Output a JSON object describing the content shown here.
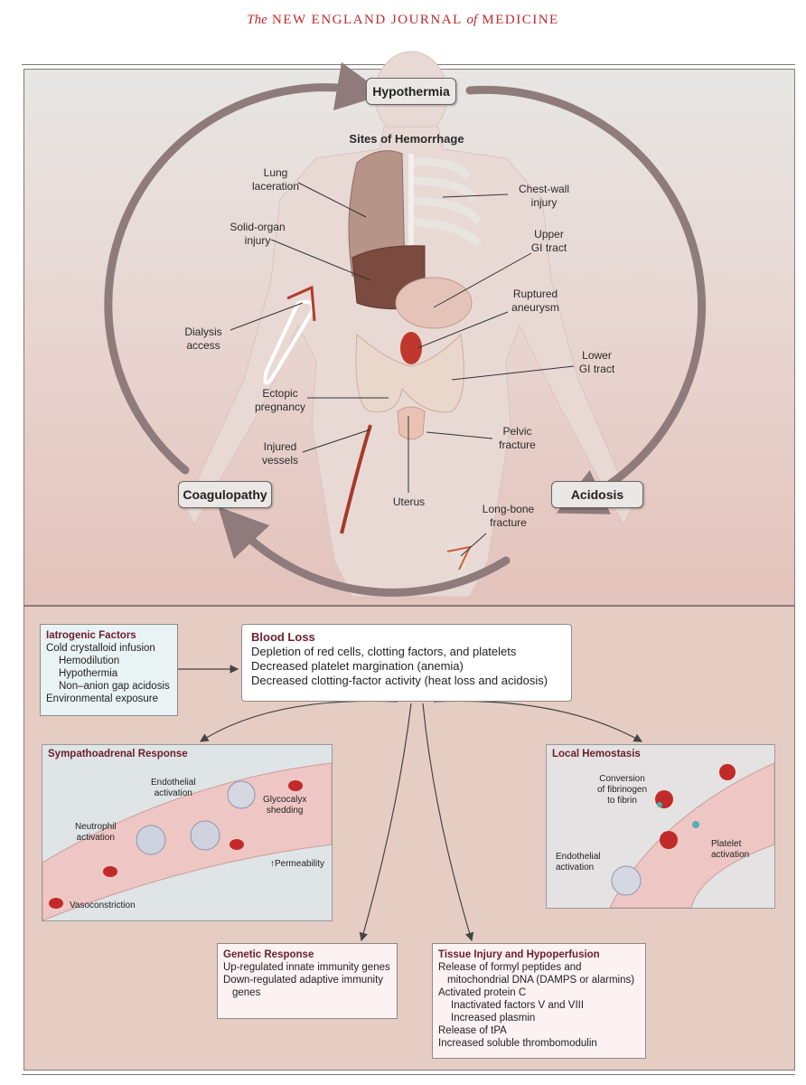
{
  "masthead": {
    "the": "The",
    "part1": "NEW ENGLAND JOURNAL",
    "of": "of",
    "part2": "MEDICINE"
  },
  "cycle": {
    "hypothermia": "Hypothermia",
    "coagulopathy": "Coagulopathy",
    "acidosis": "Acidosis"
  },
  "sites_title": "Sites of Hemorrhage",
  "sites": {
    "lung": "Lung\nlaceration",
    "solid_organ": "Solid-organ\ninjury",
    "dialysis": "Dialysis\naccess",
    "ectopic": "Ectopic\npregnancy",
    "injured_vessels": "Injured\nvessels",
    "uterus": "Uterus",
    "chest_wall": "Chest-wall\ninjury",
    "upper_gi": "Upper\nGI tract",
    "aneurysm": "Ruptured\naneurysm",
    "lower_gi": "Lower\nGI tract",
    "pelvic": "Pelvic\nfracture",
    "long_bone": "Long-bone\nfracture"
  },
  "iatrogenic": {
    "title": "Iatrogenic Factors",
    "l1": "Cold crystalloid infusion",
    "l2": "Hemodilution",
    "l3": "Hypothermia",
    "l4": "Non–anion gap acidosis",
    "l5": "Environmental exposure"
  },
  "blood_loss": {
    "title": "Blood Loss",
    "l1": "Depletion of red cells, clotting factors, and platelets",
    "l2": "Decreased platelet margination (anemia)",
    "l3": "Decreased clotting-factor activity (heat loss and acidosis)"
  },
  "sympathoadrenal": {
    "title": "Sympathoadrenal Response",
    "endothelial": "Endothelial\nactivation",
    "glycocalyx": "Glycocalyx\nshedding",
    "neutrophil": "Neutrophil\nactivation",
    "permeability": "↑Permeability",
    "vasoconstriction": "Vasoconstriction"
  },
  "local": {
    "title": "Local Hemostasis",
    "fibrin": "Conversion\nof fibrinogen\nto fibrin",
    "endothelial": "Endothelial\nactivation",
    "platelet": "Platelet\nactivation"
  },
  "genetic": {
    "title": "Genetic Response",
    "l1": "Up-regulated innate immunity genes",
    "l2": "Down-regulated adaptive immunity genes"
  },
  "tissue": {
    "title": "Tissue Injury and Hypoperfusion",
    "l1": "Release of formyl peptides and mitochondrial DNA (DAMPS or alarmins)",
    "l2": "Activated protein C",
    "l3": "Inactivated factors V and VIII",
    "l4": "Increased plasmin",
    "l5": "Release of tPA",
    "l6": "Increased soluble thrombomodulin"
  },
  "colors": {
    "accent": "#c0282d",
    "title": "#6a1f2e",
    "cycle_arrow": "#8f7b7b"
  }
}
